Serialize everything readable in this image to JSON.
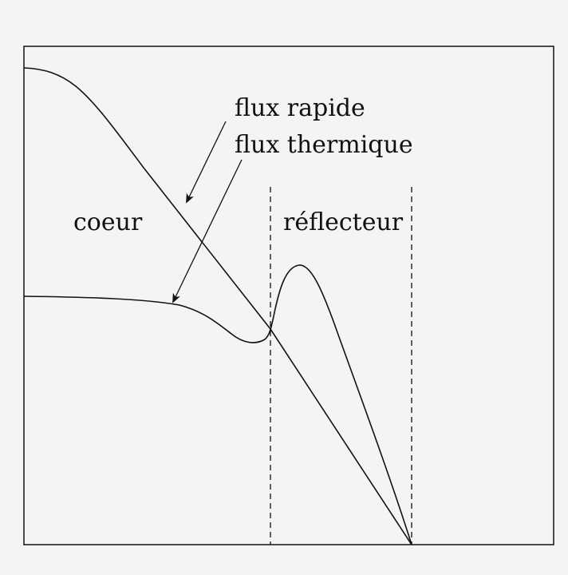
{
  "labels": {
    "fast_flux": "flux rapide",
    "thermal_flux": "flux thermique",
    "core": "coeur",
    "reflector": "réflecteur"
  },
  "colors": {
    "ink": "#111111",
    "paper": "#f4f4f2"
  }
}
